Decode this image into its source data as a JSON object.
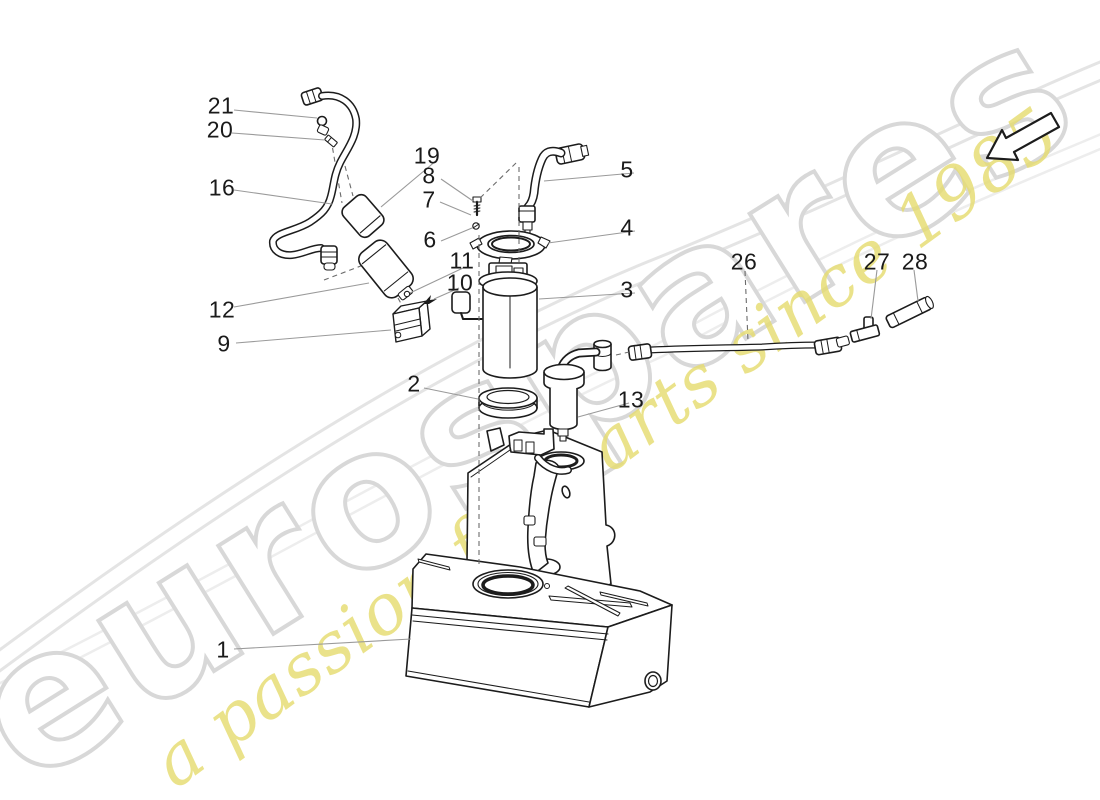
{
  "watermark": {
    "brand": "eurospares",
    "tagline": "a passion for parts since 1985"
  },
  "parts": {
    "labels": [
      "21",
      "20",
      "16",
      "12",
      "9",
      "19",
      "8",
      "7",
      "6",
      "11",
      "10",
      "5",
      "4",
      "3",
      "2",
      "13",
      "26",
      "27",
      "28",
      "1"
    ]
  },
  "icons": {
    "direction_arrow": "view-direction-arrow-pointing-down-left"
  },
  "colors": {
    "background": "#ffffff",
    "line_art": "#1c1c1c",
    "leader_line": "#9a9a9a",
    "dashed_line": "#6b6b6b",
    "watermark_outline": "#d8d8d8",
    "watermark_tagline": "#e6dc6e",
    "swoosh": "#e4e4e4",
    "label_text": "#1a1a1a"
  }
}
